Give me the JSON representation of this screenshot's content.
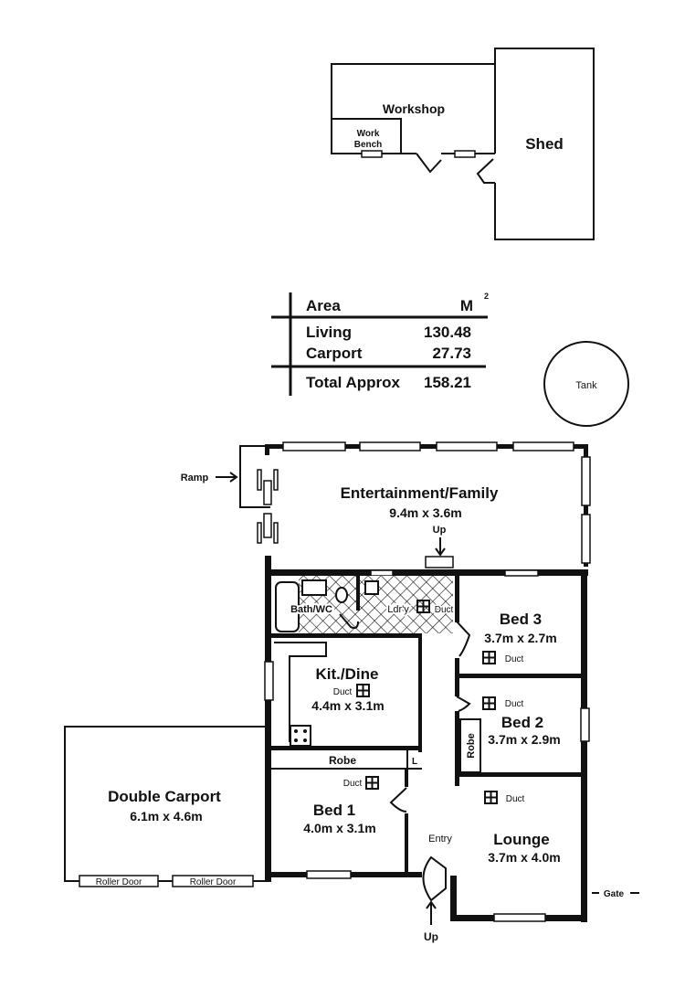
{
  "outbuildings": {
    "workshop": "Workshop",
    "work_bench": [
      "Work",
      "Bench"
    ],
    "shed": "Shed",
    "tank": "Tank"
  },
  "area_table": {
    "header_label": "Area",
    "header_unit": "M",
    "header_unit_sup": "2",
    "rows": [
      {
        "label": "Living",
        "value": "130.48"
      },
      {
        "label": "Carport",
        "value": "27.73"
      }
    ],
    "total": {
      "label": "Total Approx",
      "value": "158.21"
    }
  },
  "rooms": {
    "entertainment": {
      "name": "Entertainment/Family",
      "size": "9.4m x 3.6m"
    },
    "bath": {
      "name": "Bath/WC"
    },
    "laundry": {
      "name": "Ldr'y"
    },
    "bed3": {
      "name": "Bed 3",
      "size": "3.7m x 2.7m"
    },
    "kitchen": {
      "name": "Kit./Dine",
      "size": "4.4m x 3.1m"
    },
    "bed2": {
      "name": "Bed 2",
      "size": "3.7m x 2.9m"
    },
    "robe_hall": "Robe",
    "robe_bed2": "Robe",
    "linen": "L",
    "bed1": {
      "name": "Bed 1",
      "size": "4.0m x 3.1m"
    },
    "entry": "Entry",
    "lounge": {
      "name": "Lounge",
      "size": "3.7m x 4.0m"
    },
    "carport": {
      "name": "Double Carport",
      "size": "6.1m x 4.6m"
    }
  },
  "annotations": {
    "ramp": "Ramp",
    "up_top": "Up",
    "up_bottom": "Up",
    "gate": "Gate",
    "duct": "Duct",
    "roller_door_1": "Roller Door",
    "roller_door_2": "Roller Door"
  }
}
